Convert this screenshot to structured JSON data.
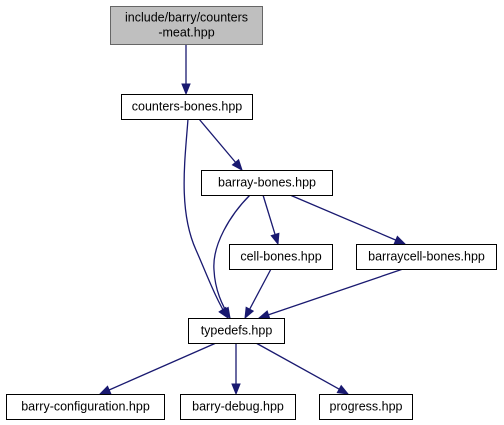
{
  "nodes": {
    "counters_meat": {
      "lines": [
        "include/barry/counters",
        "-meat.hpp"
      ]
    },
    "counters_bones": {
      "lines": [
        "counters-bones.hpp"
      ]
    },
    "barray_bones": {
      "lines": [
        "barray-bones.hpp"
      ]
    },
    "cell_bones": {
      "lines": [
        "cell-bones.hpp"
      ]
    },
    "barraycell_bones": {
      "lines": [
        "barraycell-bones.hpp"
      ]
    },
    "typedefs": {
      "lines": [
        "typedefs.hpp"
      ]
    },
    "barry_configuration": {
      "lines": [
        "barry-configuration.hpp"
      ]
    },
    "barry_debug": {
      "lines": [
        "barry-debug.hpp"
      ]
    },
    "progress": {
      "lines": [
        "progress.hpp"
      ]
    }
  },
  "edges": [
    {
      "from": "counters_meat",
      "to": "counters_bones"
    },
    {
      "from": "counters_bones",
      "to": "barray_bones"
    },
    {
      "from": "counters_bones",
      "to": "typedefs"
    },
    {
      "from": "barray_bones",
      "to": "cell_bones"
    },
    {
      "from": "barray_bones",
      "to": "barraycell_bones"
    },
    {
      "from": "barray_bones",
      "to": "typedefs"
    },
    {
      "from": "cell_bones",
      "to": "typedefs"
    },
    {
      "from": "barraycell_bones",
      "to": "typedefs"
    },
    {
      "from": "typedefs",
      "to": "barry_configuration"
    },
    {
      "from": "typedefs",
      "to": "barry_debug"
    },
    {
      "from": "typedefs",
      "to": "progress"
    }
  ],
  "colors": {
    "edge": "#191970",
    "root_fill": "#bfbfbf",
    "root_border": "#666666",
    "node_fill": "#ffffff",
    "node_border": "#000000"
  }
}
